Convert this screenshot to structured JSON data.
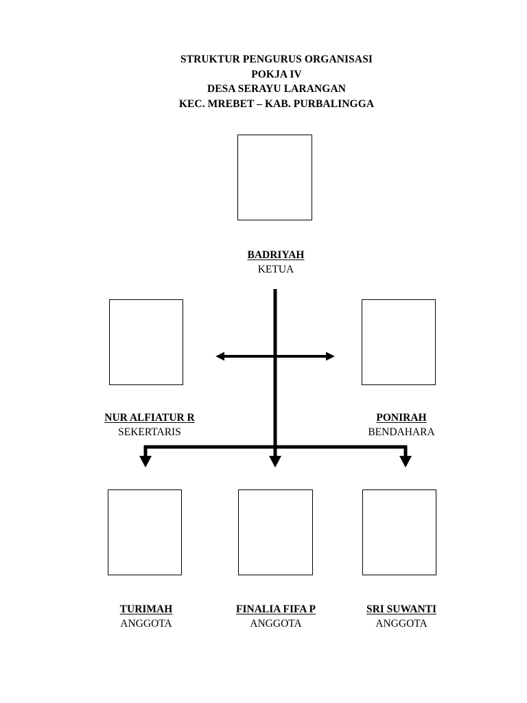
{
  "title": {
    "line1": "STRUKTUR PENGURUS ORGANISASI",
    "line2": "POKJA IV",
    "line3": "DESA SERAYU LARANGAN",
    "line4": "KEC. MREBET – KAB. PURBALINGGA"
  },
  "members": {
    "ketua": {
      "name": "BADRIYAH",
      "role": "KETUA"
    },
    "sekertaris": {
      "name": "NUR ALFIATUR R",
      "role": "SEKERTARIS"
    },
    "bendahara": {
      "name": "PONIRAH",
      "role": "BENDAHARA"
    },
    "anggota1": {
      "name": "TURIMAH",
      "role": "ANGGOTA"
    },
    "anggota2": {
      "name": "FINALIA FIFA P",
      "role": "ANGGOTA"
    },
    "anggota3": {
      "name": "SRI SUWANTI",
      "role": "ANGGOTA"
    }
  },
  "colors": {
    "line": "#000000",
    "background": "#ffffff"
  }
}
